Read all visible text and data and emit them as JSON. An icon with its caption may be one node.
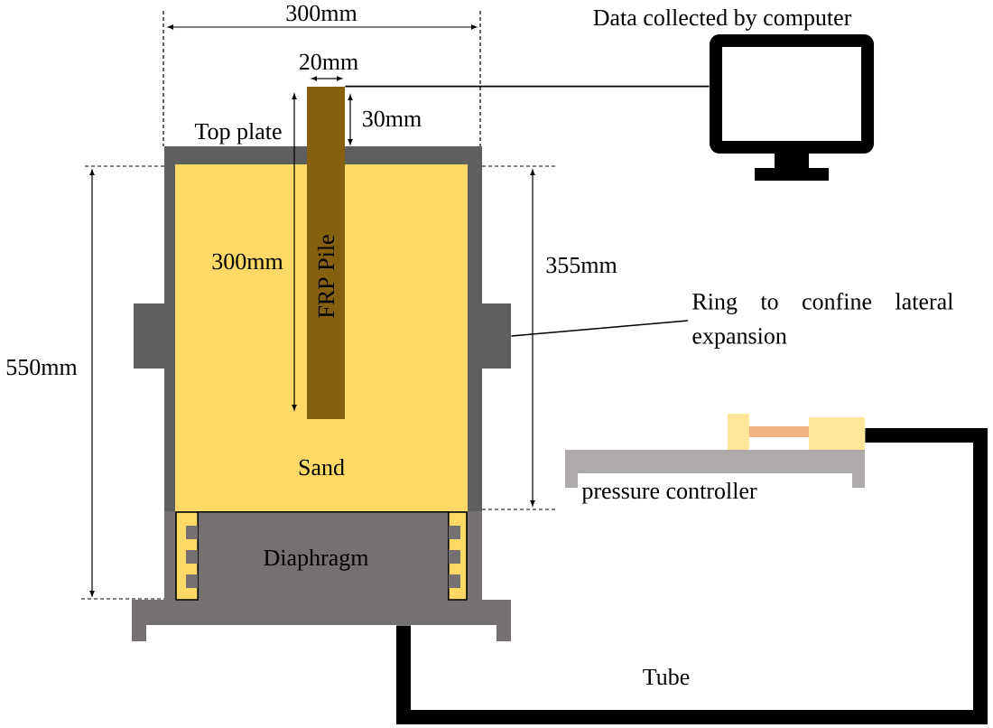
{
  "diagram": {
    "nodes": [
      {
        "text": [
          "Data collected by computer"
        ]
      },
      {
        "text": [
          "FRP Pile"
        ]
      },
      {
        "text": [
          "Top plate"
        ]
      },
      {
        "text": [],
        "shape": "box"
      },
      {
        "text": [],
        "shape": "box"
      },
      {
        "text": [
          "Ring to confine lateral expansion"
        ]
      },
      {
        "text": [
          "Sand"
        ]
      },
      {
        "text": [
          "pressure controller"
        ]
      },
      {
        "text": [
          "Diaphragm"
        ]
      }
    ],
    "edges": [
      {
        "from": 1,
        "to": 0,
        "arrow": "none"
      },
      {
        "from": 5,
        "to": 4,
        "arrow": "none"
      },
      {
        "from": 7,
        "to": 8,
        "arrow": "none",
        "style": "thick",
        "label": "Tube"
      }
    ],
    "labels": [
      "300mm",
      "20mm",
      "30mm",
      "300mm",
      "355mm",
      "550mm"
    ]
  }
}
